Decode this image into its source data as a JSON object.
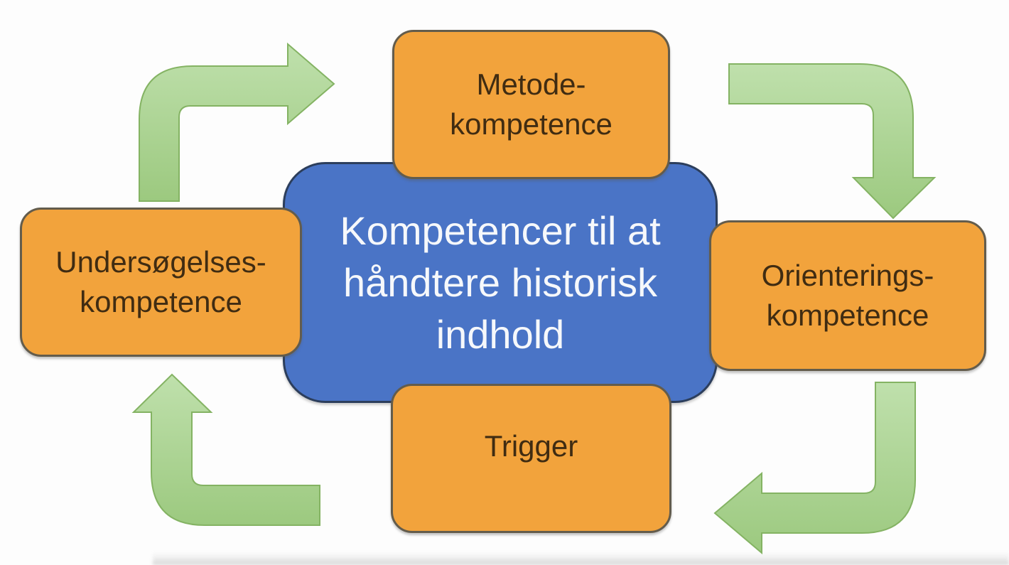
{
  "title": "Kompetencer til at håndtere historisk indhold",
  "center_box": {
    "line1": "Kompetencer til at",
    "line2": "håndtere historisk",
    "line3": "indhold"
  },
  "boxes": {
    "top": {
      "line1": "Metode-",
      "line2": "kompetence"
    },
    "right": {
      "line1": "Orienterings-",
      "line2": "kompetence"
    },
    "bottom": {
      "line1": "Trigger"
    },
    "left": {
      "line1": "Undersøgelses-",
      "line2": "kompetence"
    }
  },
  "arrows": {
    "left_to_top": {
      "from": "Undersøgelses-kompetence",
      "to": "Metode-kompetence",
      "shape": "bent-arrow",
      "points": "right"
    },
    "top_to_right": {
      "from": "Metode-kompetence",
      "to": "Orienterings-kompetence",
      "shape": "bent-arrow",
      "points": "down"
    },
    "right_to_bottom": {
      "from": "Orienterings-kompetence",
      "to": "Trigger",
      "shape": "bent-arrow",
      "points": "left"
    },
    "bottom_to_left": {
      "from": "Trigger",
      "to": "Undersøgelses-kompetence",
      "shape": "bent-arrow",
      "points": "up"
    }
  },
  "colors": {
    "background": "#fdfdfd",
    "box_fill": "#f2a33c",
    "box_border": "#635c4c",
    "box_text": "#402c12",
    "center_fill": "#4a74c6",
    "center_border": "#2c3e5c",
    "center_text": "#f6f8fb",
    "arrow_fill_light": "#bfe0ac",
    "arrow_fill_dark": "#9cc97f",
    "arrow_stroke": "#84b363"
  }
}
